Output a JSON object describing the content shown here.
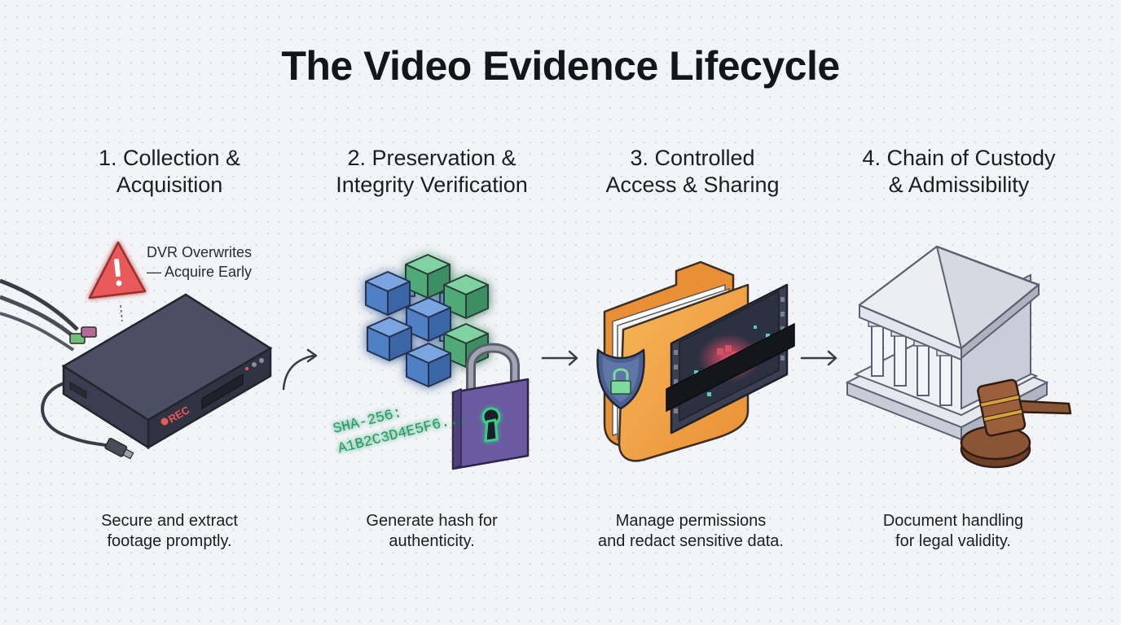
{
  "title": "The Video Evidence Lifecycle",
  "steps": [
    {
      "heading_line1": "1. Collection &",
      "heading_line2": "Acquisition",
      "desc_line1": "Secure and extract",
      "desc_line2": "footage promptly.",
      "icon": "dvr-recorder-icon",
      "warning_line1": "DVR Overwrites",
      "warning_line2": "— Acquire Early",
      "rec_label": "REC"
    },
    {
      "heading_line1": "2. Preservation &",
      "heading_line2": "Integrity Verification",
      "desc_line1": "Generate hash for",
      "desc_line2": "authenticity.",
      "icon": "blockchain-lock-icon",
      "hash_line1": "SHA-256:",
      "hash_line2": "A1B2C3D4E5F6..."
    },
    {
      "heading_line1": "3. Controlled",
      "heading_line2": "Access & Sharing",
      "desc_line1": "Manage permissions",
      "desc_line2": "and redact sensitive data.",
      "icon": "folder-redacted-film-icon"
    },
    {
      "heading_line1": "4. Chain of Custody",
      "heading_line2": "& Admissibility",
      "desc_line1": "Document handling",
      "desc_line2": "for legal validity.",
      "icon": "courthouse-gavel-icon"
    }
  ],
  "colors": {
    "warning": "#e85a5a",
    "hash_glow": "#35d08a",
    "cube": "#4f7fc4",
    "cube_green": "#5cbf86",
    "lock": "#6b5aa0",
    "folder": "#f2a64a",
    "court": "#d9dce3",
    "gavel": "#8a5536"
  }
}
